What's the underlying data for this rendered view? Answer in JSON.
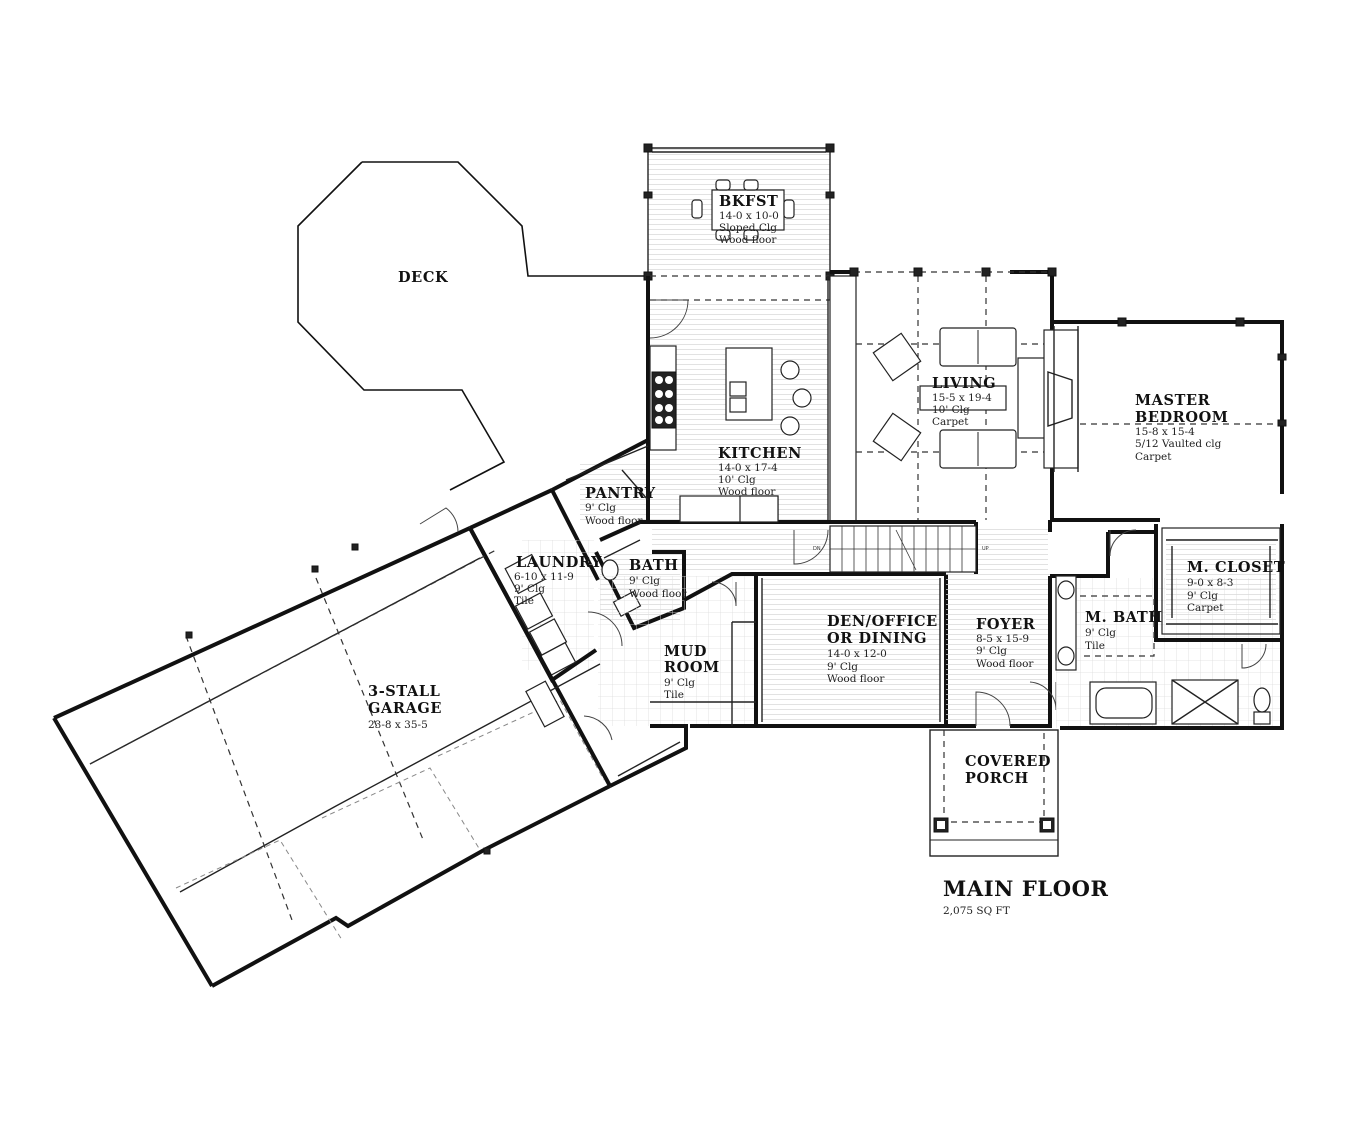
{
  "plan_title": "MAIN FLOOR",
  "plan_area": "2,075 SQ FT",
  "stair_labels": {
    "down": "DN",
    "up": "UP"
  },
  "rooms": {
    "deck": {
      "name": "DECK"
    },
    "bkfst": {
      "name": "BKFST",
      "size": "14-0 x 10-0",
      "ceiling": "Sloped Clg",
      "floor": "Wood floor"
    },
    "kitchen": {
      "name": "KITCHEN",
      "size": "14-0 x 17-4",
      "ceiling": "10' Clg",
      "floor": "Wood floor"
    },
    "living": {
      "name": "LIVING",
      "size": "15-5 x 19-4",
      "ceiling": "10' Clg",
      "floor": "Carpet"
    },
    "master_bedroom": {
      "name_line1": "MASTER",
      "name_line2": "BEDROOM",
      "size": "15-8 x 15-4",
      "ceiling": "5/12 Vaulted clg",
      "floor": "Carpet"
    },
    "pantry": {
      "name": "PANTRY",
      "ceiling": "9' Clg",
      "floor": "Wood floor"
    },
    "laundry": {
      "name": "LAUNDRY",
      "size": "6-10 x 11-9",
      "ceiling": "9' Clg",
      "floor": "Tile"
    },
    "bath": {
      "name": "BATH",
      "ceiling": "9' Clg",
      "floor": "Wood floor"
    },
    "mud_room": {
      "name_line1": "MUD",
      "name_line2": "ROOM",
      "ceiling": "9' Clg",
      "floor": "Tile"
    },
    "den": {
      "name_line1": "DEN/OFFICE",
      "name_line2": "OR DINING",
      "size": "14-0 x 12-0",
      "ceiling": "9' Clg",
      "floor": "Wood floor"
    },
    "foyer": {
      "name": "FOYER",
      "size": "8-5 x 15-9",
      "ceiling": "9' Clg",
      "floor": "Wood floor"
    },
    "m_bath": {
      "name": "M. BATH",
      "ceiling": "9' Clg",
      "floor": "Tile"
    },
    "m_closet": {
      "name": "M. CLOSET",
      "size": "9-0 x 8-3",
      "ceiling": "9' Clg",
      "floor": "Carpet"
    },
    "covered_porch": {
      "name_line1": "COVERED",
      "name_line2": "PORCH"
    },
    "garage": {
      "name_line1": "3-STALL",
      "name_line2": "GARAGE",
      "size": "23-8 x 35-5"
    }
  }
}
